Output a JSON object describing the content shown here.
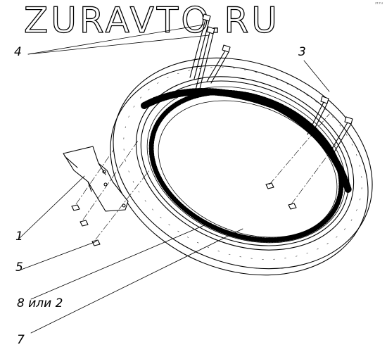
{
  "watermark": "ZURAVTO.RU",
  "corner_text": "zr.ru",
  "callouts": {
    "c4": "4",
    "c3": "3",
    "c1": "1",
    "c5": "5",
    "c8": "8 или 2",
    "c7": "7"
  },
  "colors": {
    "line": "#000000",
    "background": "#ffffff"
  }
}
